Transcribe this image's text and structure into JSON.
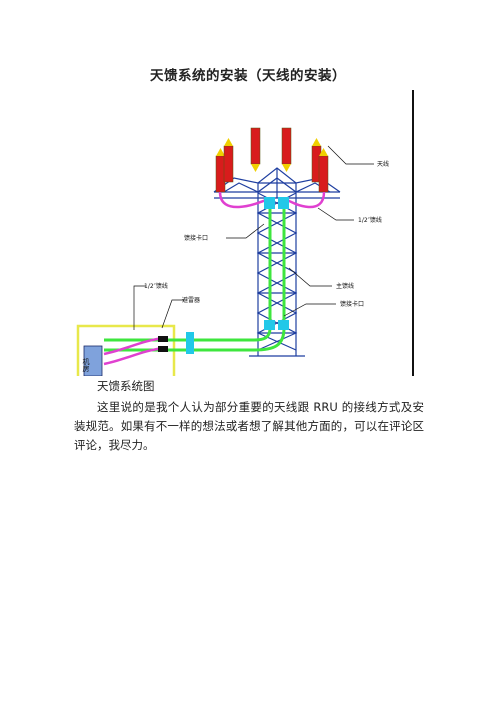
{
  "document": {
    "title": "天馈系统的安装（天线的安装）",
    "figure": {
      "labels": {
        "antenna": "天线",
        "half_inch_feeder_top": "1/2″馈线",
        "grounding_clamp_top": "馈接卡口",
        "half_inch_feeder_left": "1/2″馈线",
        "lightning_arrester": "避雷器",
        "main_feeder": "主馈线",
        "grounding_clamp_bottom": "馈接卡口",
        "equipment_room": "机房"
      },
      "colors": {
        "tower": "#1f3fa0",
        "antenna": "#d81c1c",
        "jumper": "#e040d0",
        "main_feeder": "#3ee63e",
        "connector": "#22c8e8",
        "room_border": "#e8e84a",
        "room_fill": "#7fa2dc"
      }
    },
    "caption": "天馈系统图",
    "paragraph": "这里说的是我个人认为部分重要的天线跟 RRU 的接线方式及安装规范。如果有不一样的想法或者想了解其他方面的，可以在评论区评论，我尽力。"
  }
}
